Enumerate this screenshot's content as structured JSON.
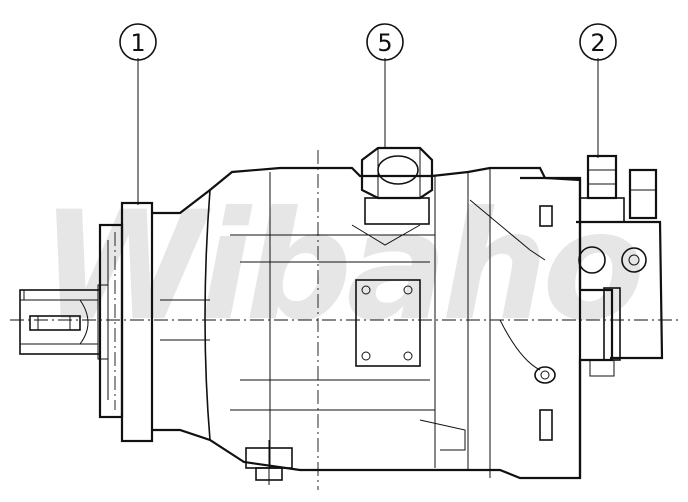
{
  "watermark": "Wibaho",
  "callouts": [
    {
      "label": "1"
    },
    {
      "label": "5"
    },
    {
      "label": "2"
    }
  ],
  "colors": {
    "line": "#111111",
    "background": "#ffffff",
    "watermark": "#dcdcdc"
  }
}
